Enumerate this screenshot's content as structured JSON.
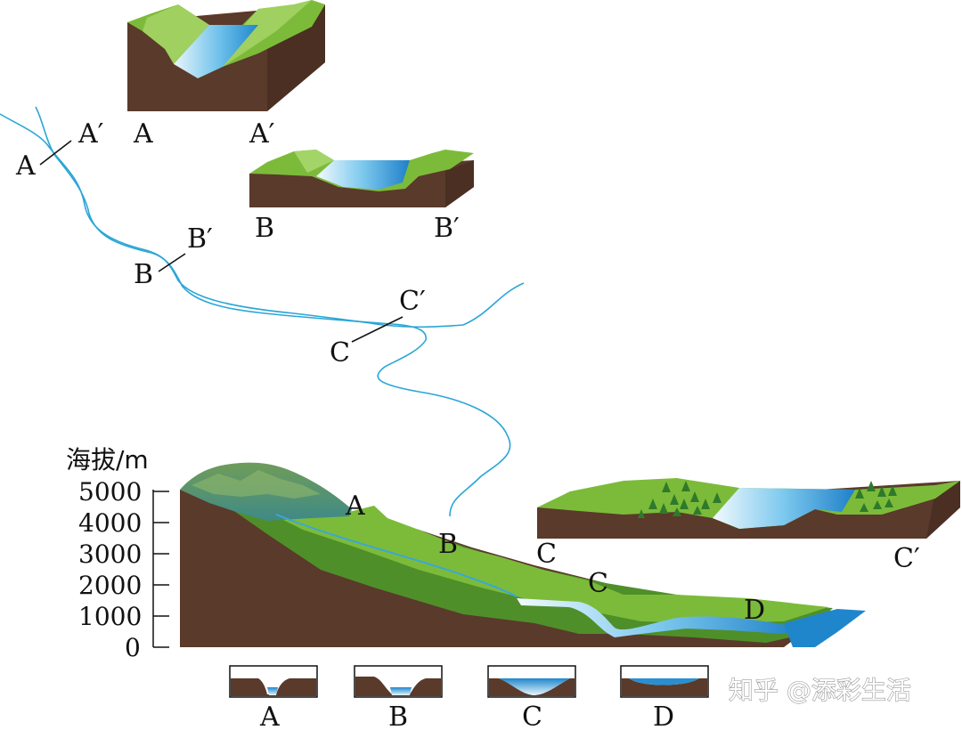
{
  "colors": {
    "soil": "#5a3a2a",
    "grass": "#7cbb3a",
    "grass_dark": "#4f8f2a",
    "water": "#2a8fd0",
    "water_light": "#e6f4fb",
    "river_line": "#2aa6d6"
  },
  "sections": {
    "A": {
      "left": "A",
      "right": "A′"
    },
    "B": {
      "left": "B",
      "right": "B′"
    },
    "C": {
      "left": "C",
      "right": "C′"
    }
  },
  "map_labels": {
    "A_left": "A",
    "A_right": "A′",
    "B_left": "B",
    "B_right": "B′",
    "C_left": "C",
    "C_right": "C′"
  },
  "profile": {
    "y_label": "海拔/m",
    "ticks": [
      "5000",
      "4000",
      "3000",
      "2000",
      "1000",
      "0"
    ],
    "points": [
      "A",
      "B",
      "C",
      "D"
    ]
  },
  "cross_sections": [
    "A",
    "B",
    "C",
    "D"
  ],
  "watermark": "知乎 @添彩生活"
}
